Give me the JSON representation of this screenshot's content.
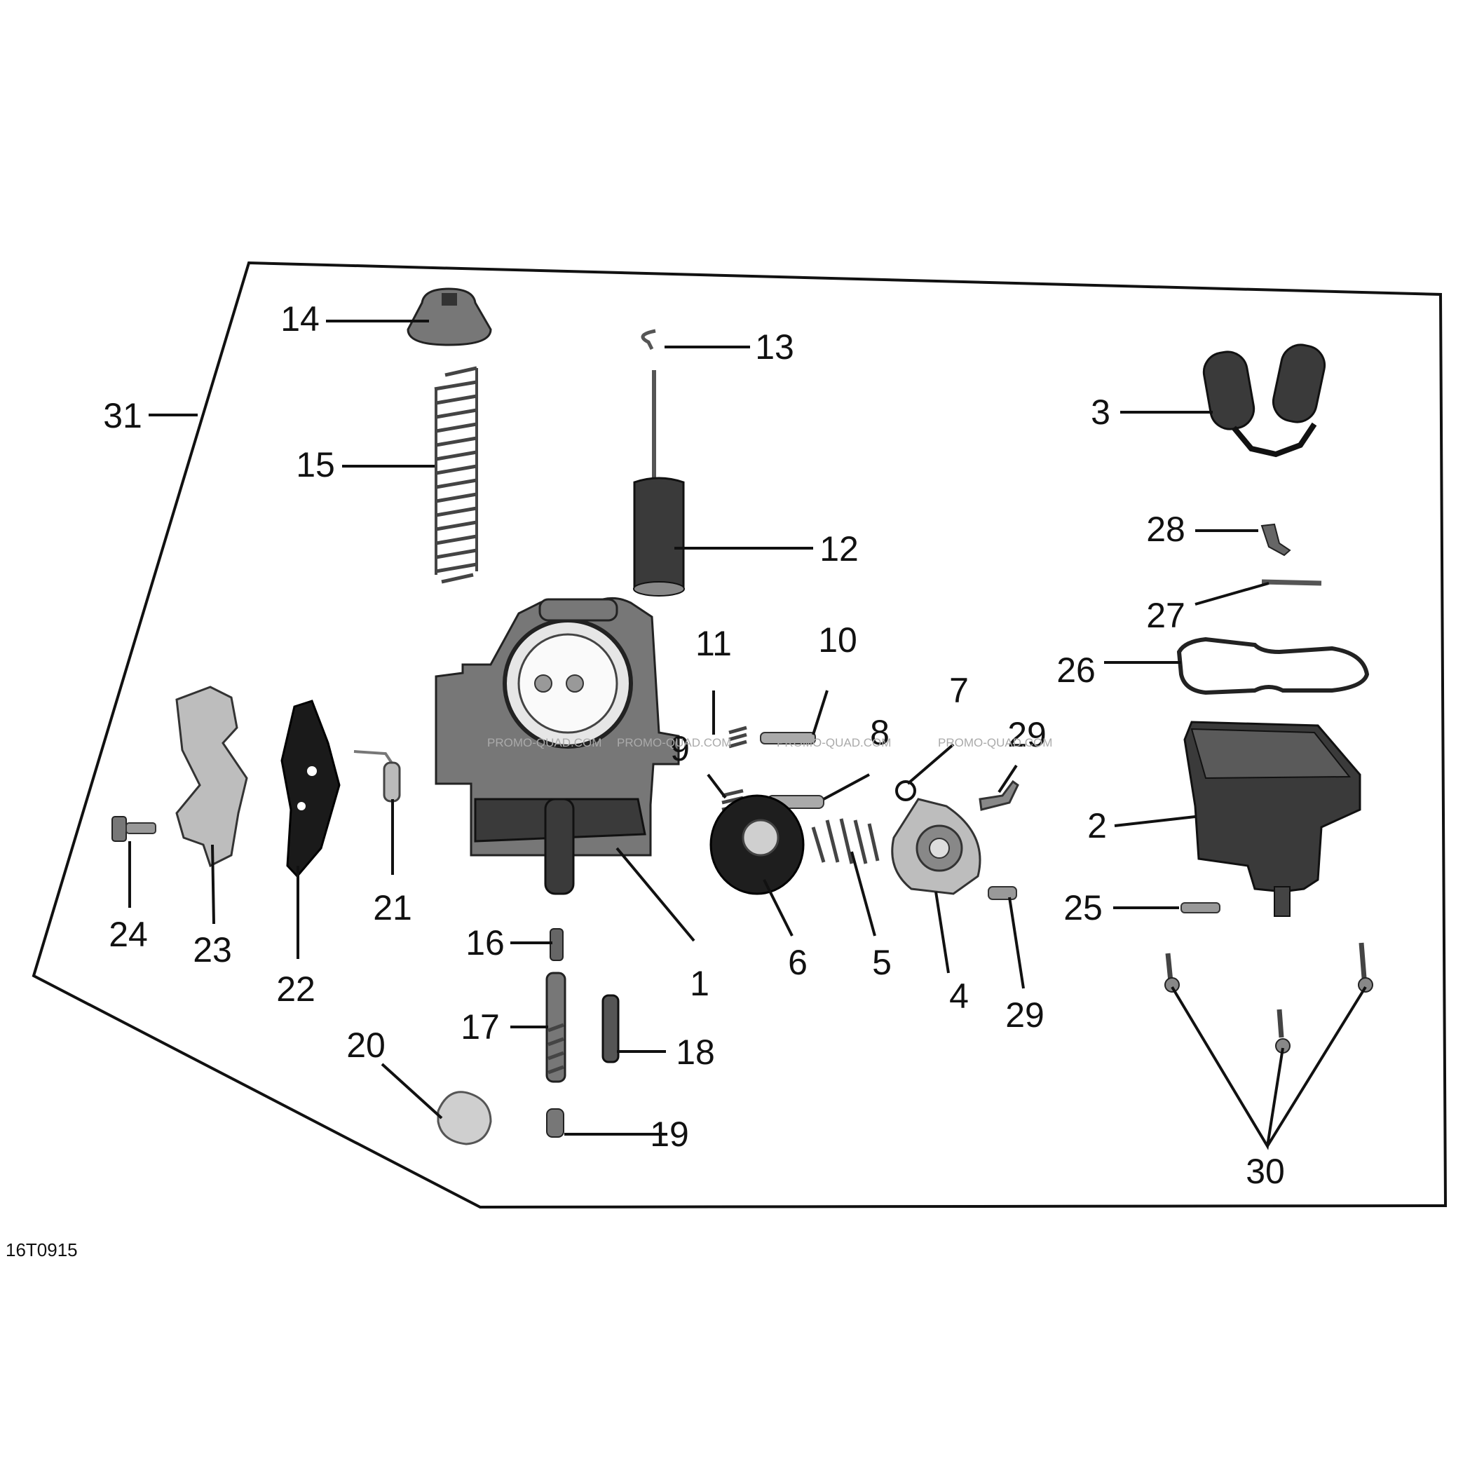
{
  "callouts": {
    "c1": "1",
    "c2": "2",
    "c3": "3",
    "c4": "4",
    "c5": "5",
    "c6": "6",
    "c7": "7",
    "c8": "8",
    "c9": "9",
    "c10": "10",
    "c11": "11",
    "c12": "12",
    "c13": "13",
    "c14": "14",
    "c15": "15",
    "c16": "16",
    "c17": "17",
    "c18": "18",
    "c19": "19",
    "c20": "20",
    "c21": "21",
    "c22": "22",
    "c23": "23",
    "c24": "24",
    "c25": "25",
    "c26": "26",
    "c27": "27",
    "c28": "28",
    "c29a": "29",
    "c29b": "29",
    "c30": "30",
    "c31": "31"
  },
  "drawing_code": "16T0915",
  "watermark": "PROMO-QUAD.COM"
}
